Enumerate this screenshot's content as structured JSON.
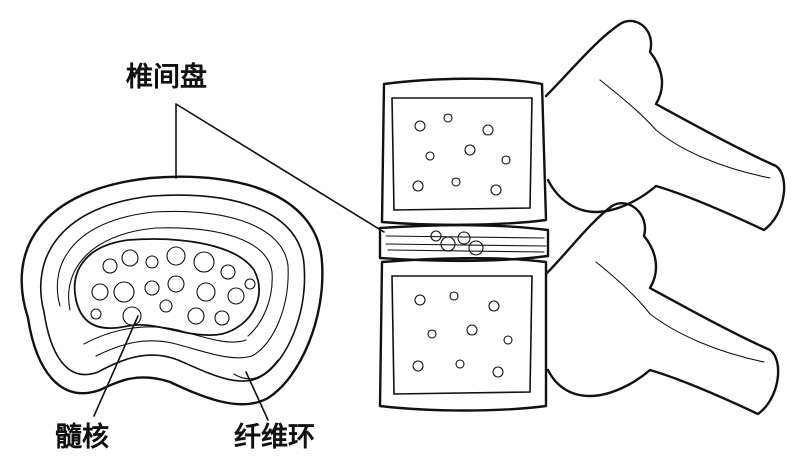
{
  "labels": {
    "intervertebral_disc": "椎间盘",
    "nucleus_pulposus": "髓核",
    "annulus_fibrosus": "纤维环"
  },
  "figures": {
    "disc_cross_section_icon": "disc-cross-section",
    "spine_segment_icon": "lumbar-spine-lateral-view"
  },
  "colors": {
    "ink": "#111111",
    "background": "#ffffff"
  }
}
